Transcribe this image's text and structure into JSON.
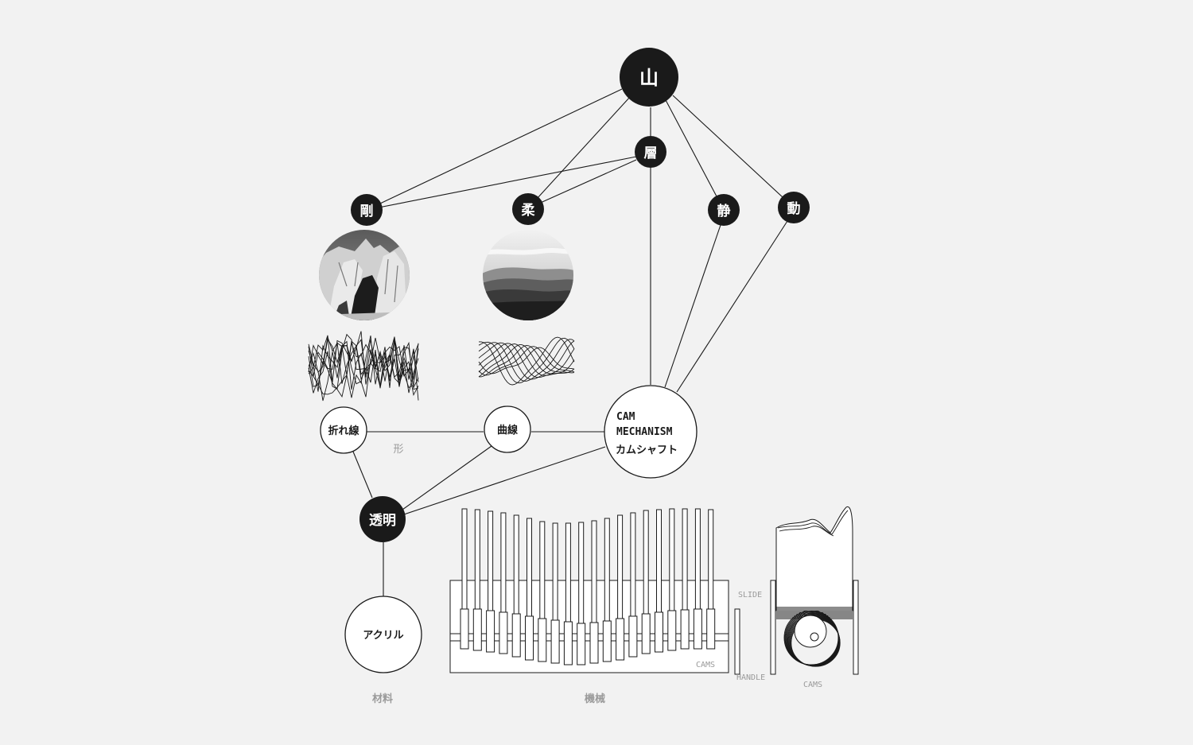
{
  "nodes": {
    "mountain": "山",
    "layer": "層",
    "rigid": "剛",
    "soft": "柔",
    "still": "静",
    "moving": "動",
    "polyline": "折れ線",
    "curve": "曲線",
    "transparent": "透明",
    "acrylic": "アクリル",
    "cam_en_1": "CAM",
    "cam_en_2": "MECHANISM",
    "cam_jp": "カムシャフト"
  },
  "section_labels": {
    "shape": "形",
    "material": "材料",
    "machine": "機械"
  },
  "mechanism_labels": {
    "slide": "SLIDE",
    "cams_front": "CAMS",
    "handle": "HANDLE",
    "cams_side": "CAMS"
  },
  "photos": {
    "rigid_photo": "rocky-crag-photo",
    "soft_photo": "layered-ridges-photo"
  },
  "colors": {
    "background": "#f2f2f2",
    "ink": "#1a1a1a",
    "label_grey": "#9a9a9a"
  }
}
